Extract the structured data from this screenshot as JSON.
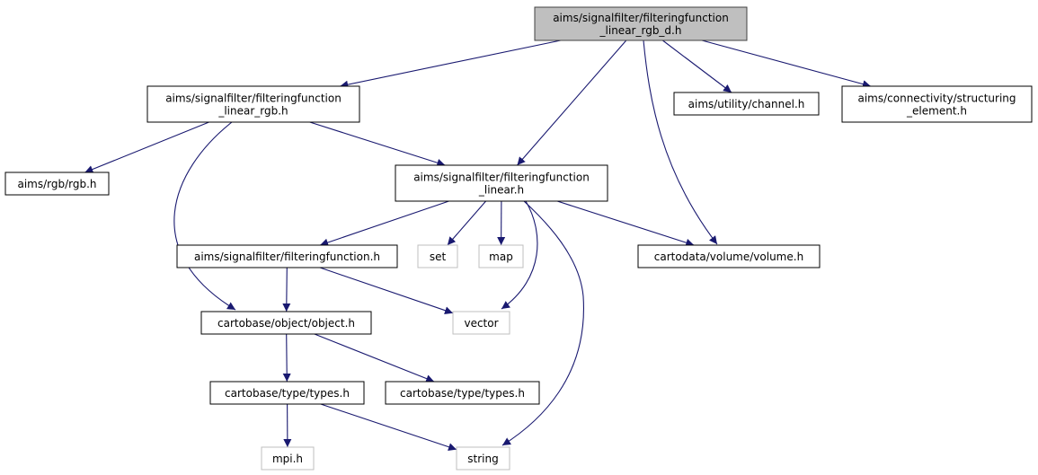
{
  "colors": {
    "edge": "#191970",
    "node_border": "#000000",
    "root_fill": "#bfbfbf",
    "root_border": "#404040",
    "external_border": "#bfbfbf",
    "node_fill": "#ffffff",
    "text": "#000000"
  },
  "nodes": [
    {
      "id": "root",
      "kind": "root",
      "lines": [
        "aims/signalfilter/filteringfunction",
        "_linear_rgb_d.h"
      ]
    },
    {
      "id": "ff_linear_rgb",
      "kind": "file",
      "lines": [
        "aims/signalfilter/filteringfunction",
        "_linear_rgb.h"
      ]
    },
    {
      "id": "channel",
      "kind": "file",
      "lines": [
        "aims/utility/channel.h"
      ]
    },
    {
      "id": "structuring",
      "kind": "file",
      "lines": [
        "aims/connectivity/structuring",
        "_element.h"
      ]
    },
    {
      "id": "rgb",
      "kind": "file",
      "lines": [
        "aims/rgb/rgb.h"
      ]
    },
    {
      "id": "ff_linear",
      "kind": "file",
      "lines": [
        "aims/signalfilter/filteringfunction",
        "_linear.h"
      ]
    },
    {
      "id": "ff",
      "kind": "file",
      "lines": [
        "aims/signalfilter/filteringfunction.h"
      ]
    },
    {
      "id": "set",
      "kind": "external",
      "lines": [
        "set"
      ]
    },
    {
      "id": "map",
      "kind": "external",
      "lines": [
        "map"
      ]
    },
    {
      "id": "volume",
      "kind": "file",
      "lines": [
        "cartodata/volume/volume.h"
      ]
    },
    {
      "id": "object",
      "kind": "file",
      "lines": [
        "cartobase/object/object.h"
      ]
    },
    {
      "id": "vector",
      "kind": "external",
      "lines": [
        "vector"
      ]
    },
    {
      "id": "types1",
      "kind": "file",
      "lines": [
        "cartobase/type/types.h"
      ]
    },
    {
      "id": "types2",
      "kind": "file",
      "lines": [
        "cartobase/type/types.h"
      ]
    },
    {
      "id": "mpi",
      "kind": "external",
      "lines": [
        "mpi.h"
      ]
    },
    {
      "id": "string",
      "kind": "external",
      "lines": [
        "string"
      ]
    }
  ],
  "edges": [
    {
      "from": "root",
      "to": "ff_linear_rgb"
    },
    {
      "from": "root",
      "to": "ff_linear"
    },
    {
      "from": "root",
      "to": "channel"
    },
    {
      "from": "root",
      "to": "structuring"
    },
    {
      "from": "root",
      "to": "volume"
    },
    {
      "from": "ff_linear_rgb",
      "to": "rgb"
    },
    {
      "from": "ff_linear_rgb",
      "to": "ff_linear"
    },
    {
      "from": "ff_linear_rgb",
      "to": "object"
    },
    {
      "from": "ff_linear",
      "to": "ff"
    },
    {
      "from": "ff_linear",
      "to": "set"
    },
    {
      "from": "ff_linear",
      "to": "map"
    },
    {
      "from": "ff_linear",
      "to": "volume"
    },
    {
      "from": "ff_linear",
      "to": "vector"
    },
    {
      "from": "ff_linear",
      "to": "string"
    },
    {
      "from": "ff",
      "to": "object"
    },
    {
      "from": "ff",
      "to": "vector"
    },
    {
      "from": "object",
      "to": "types1"
    },
    {
      "from": "object",
      "to": "types2"
    },
    {
      "from": "types1",
      "to": "mpi"
    },
    {
      "from": "types1",
      "to": "string"
    }
  ]
}
